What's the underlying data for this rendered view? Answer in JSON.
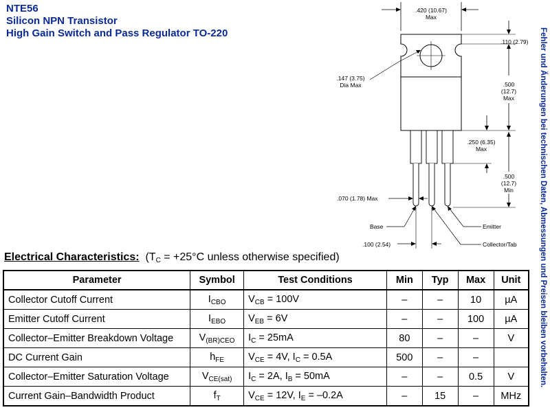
{
  "title": {
    "line1": "NTE56",
    "line2": "Silicon NPN Transistor",
    "line3": "High Gain Switch and Pass Regulator TO-220"
  },
  "side_note": "Fehler und Änderungen bei technischen Daten, Abmessungen und Preisen bleiben vorbehalten.",
  "drawing": {
    "dim_width": ".420 (10.67)",
    "dim_width_max": "Max",
    "dim_tab": ".110 (2.79)",
    "dim_hole": ".147 (3.75)",
    "dim_hole_max": "Dia Max",
    "dim_body": ".500",
    "dim_body_mm": "(12.7)",
    "dim_body_max": "Max",
    "dim_shoulder": ".250 (6.35)",
    "dim_shoulder_max": "Max",
    "dim_lead": ".500",
    "dim_lead_mm": "(12.7)",
    "dim_lead_min": "Min",
    "dim_lead_width": ".070 (1.78) Max",
    "dim_pitch": ".100 (2.54)",
    "label_base": "Base",
    "label_emitter": "Emitter",
    "label_collector": "Collector/Tab"
  },
  "section": {
    "heading": "Electrical Characteristics:",
    "condition_pre": "(T",
    "condition_sub": "C",
    "condition_post": " = +25°C unless otherwise specified)"
  },
  "table": {
    "headers": [
      "Parameter",
      "Symbol",
      "Test Conditions",
      "Min",
      "Typ",
      "Max",
      "Unit"
    ],
    "rows": [
      {
        "param": "Collector Cutoff Current",
        "sym": "I",
        "sym_sub": "CBO",
        "cond_a": "V",
        "cond_a_sub": "CB",
        "cond_a_val": " = 100V",
        "cond_b": "",
        "cond_b_sub": "",
        "cond_b_val": "",
        "min": "–",
        "typ": "–",
        "max": "10",
        "unit": "µA"
      },
      {
        "param": "Emitter Cutoff Current",
        "sym": "I",
        "sym_sub": "EBO",
        "cond_a": "V",
        "cond_a_sub": "EB",
        "cond_a_val": " = 6V",
        "cond_b": "",
        "cond_b_sub": "",
        "cond_b_val": "",
        "min": "–",
        "typ": "–",
        "max": "100",
        "unit": "µA"
      },
      {
        "param": "Collector–Emitter Breakdown Voltage",
        "sym": "V",
        "sym_sub": "(BR)CEO",
        "cond_a": "I",
        "cond_a_sub": "C",
        "cond_a_val": " = 25mA",
        "cond_b": "",
        "cond_b_sub": "",
        "cond_b_val": "",
        "min": "80",
        "typ": "–",
        "max": "–",
        "unit": "V"
      },
      {
        "param": "DC Current Gain",
        "sym": "h",
        "sym_sub": "FE",
        "cond_a": "V",
        "cond_a_sub": "CE",
        "cond_a_val": " = 4V, ",
        "cond_b": "I",
        "cond_b_sub": "C",
        "cond_b_val": " = 0.5A",
        "min": "500",
        "typ": "–",
        "max": "–",
        "unit": ""
      },
      {
        "param": "Collector–Emitter Saturation Voltage",
        "sym": "V",
        "sym_sub": "CE(sat)",
        "cond_a": "I",
        "cond_a_sub": "C",
        "cond_a_val": " = 2A, ",
        "cond_b": "I",
        "cond_b_sub": "B",
        "cond_b_val": " = 50mA",
        "min": "–",
        "typ": "–",
        "max": "0.5",
        "unit": "V"
      },
      {
        "param": "Current Gain–Bandwidth Product",
        "sym": "f",
        "sym_sub": "T",
        "cond_a": "V",
        "cond_a_sub": "CE",
        "cond_a_val": " = 12V, ",
        "cond_b": "I",
        "cond_b_sub": "E",
        "cond_b_val": " = –0.2A",
        "min": "–",
        "typ": "15",
        "max": "–",
        "unit": "MHz"
      }
    ]
  }
}
